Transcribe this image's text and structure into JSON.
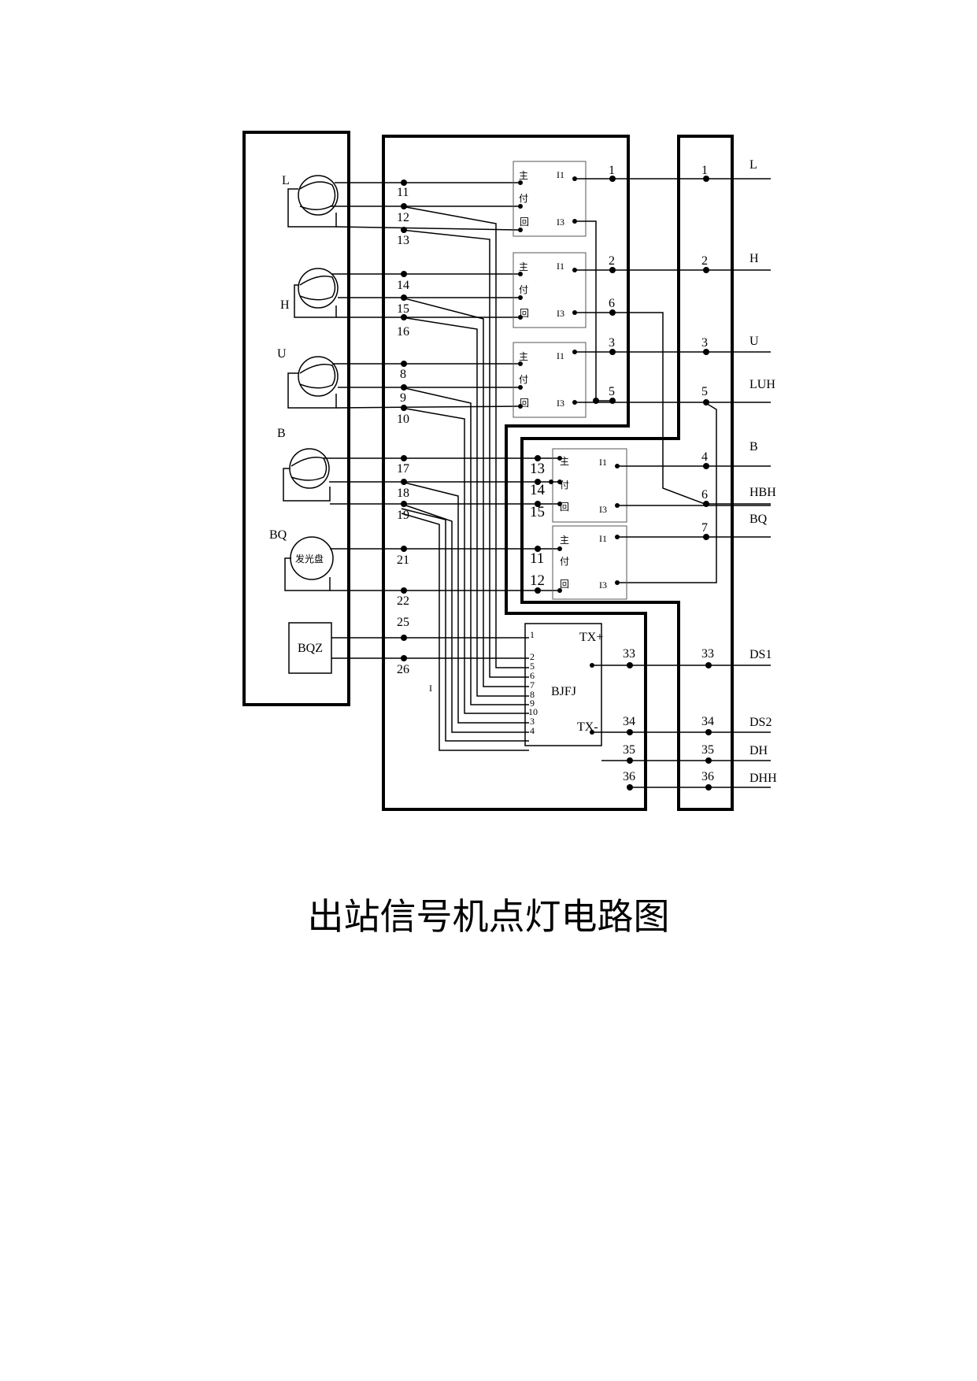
{
  "title": "出站信号机点灯电路图",
  "lamps": {
    "L": "L",
    "H": "H",
    "U": "U",
    "B": "B",
    "BQ": "BQ",
    "luminous_panel": "发光盘",
    "BQZ": "BQZ"
  },
  "middle_terminals": [
    "11",
    "12",
    "13",
    "14",
    "15",
    "16",
    "8",
    "9",
    "10",
    "17",
    "18",
    "19",
    "21",
    "22",
    "25",
    "26",
    "I"
  ],
  "unit_labels": {
    "main": "主",
    "aux": "付",
    "return": "回",
    "i1": "I1",
    "i3": "I3"
  },
  "upper_unit_terminals": [
    "1",
    "2",
    "6",
    "3",
    "5"
  ],
  "lower_unit_terminals": [
    "13",
    "14",
    "15",
    "11",
    "12"
  ],
  "bjfj": {
    "name": "BJFJ",
    "tx_plus": "TX+",
    "tx_minus": "TX-",
    "pins": [
      "1",
      "2",
      "5",
      "6",
      "7",
      "8",
      "9",
      "10",
      "3",
      "4"
    ],
    "terminals": [
      "33",
      "34",
      "35",
      "36"
    ]
  },
  "right_terminals": [
    "1",
    "2",
    "3",
    "5",
    "4",
    "6",
    "7",
    "33",
    "34",
    "35",
    "36"
  ],
  "outputs": [
    "L",
    "H",
    "U",
    "LUH",
    "B",
    "HBH",
    "BQ",
    "DS1",
    "DS2",
    "DH",
    "DHH"
  ]
}
